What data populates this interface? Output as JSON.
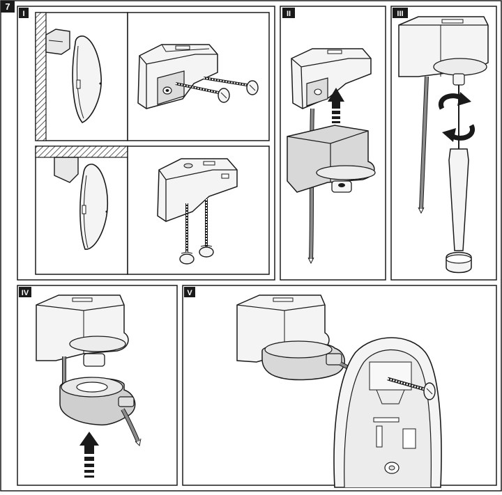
{
  "figure": {
    "step_number": "7",
    "panels": [
      {
        "id": "I",
        "label": "I"
      },
      {
        "id": "II",
        "label": "II"
      },
      {
        "id": "III",
        "label": "III"
      },
      {
        "id": "IV",
        "label": "IV"
      },
      {
        "id": "V",
        "label": "V"
      }
    ]
  },
  "colors": {
    "line": "#1a1a1a",
    "part_fill": "#f4f4f4",
    "shade": "#dcdcdc",
    "dark_shade": "#b8b8b8",
    "cable": "#8c8c8c",
    "label_bg": "#1a1a1a",
    "label_text": "#ffffff"
  }
}
